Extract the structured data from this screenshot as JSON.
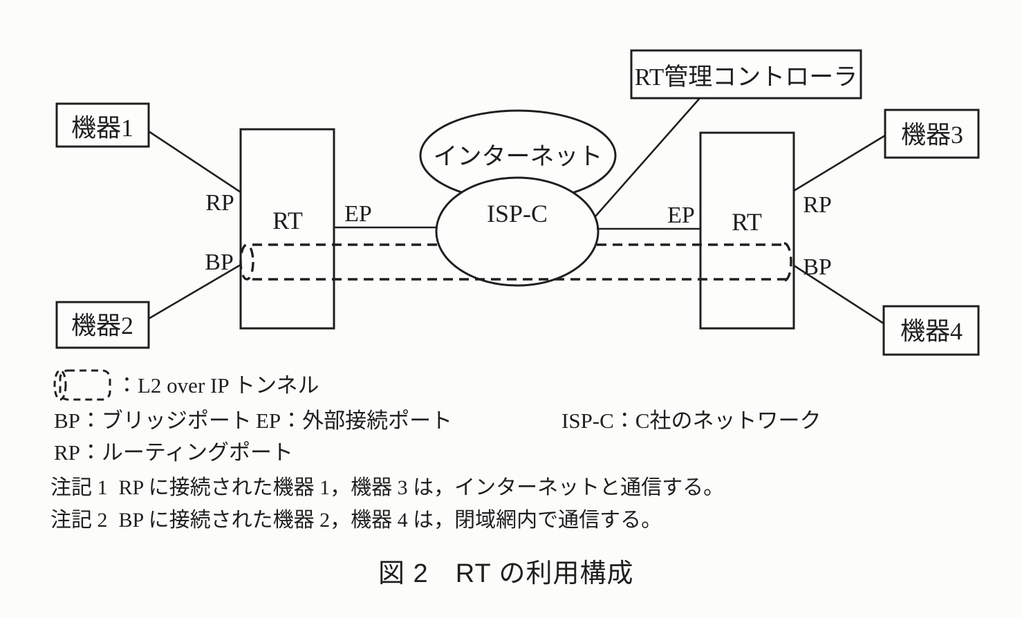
{
  "diagram": {
    "device1": "機器1",
    "device2": "機器2",
    "device3": "機器3",
    "device4": "機器4",
    "rt_left": "RT",
    "rt_right": "RT",
    "internet": "インターネット",
    "isp_c": "ISP-C",
    "controller": "RT管理コントローラ",
    "rp_left": "RP",
    "bp_left": "BP",
    "ep_left": "EP",
    "ep_right": "EP",
    "rp_right": "RP",
    "bp_right": "BP"
  },
  "legend": {
    "tunnel_label": "：L2 over IP トンネル",
    "bp": "BP：ブリッジポート",
    "ep": "EP：外部接続ポート",
    "isp": "ISP-C：C社のネットワーク",
    "rp": "RP：ルーティングポート"
  },
  "notes": {
    "note1_label": "注記 1",
    "note1_text": "RP に接続された機器 1，機器 3 は，インターネットと通信する。",
    "note2_label": "注記 2",
    "note2_text": "BP に接続された機器 2，機器 4 は，閉域網内で通信する。"
  },
  "caption": "図 2　RT の利用構成",
  "colors": {
    "ink": "#1f1f1f",
    "paper": "#fcfcfa"
  }
}
